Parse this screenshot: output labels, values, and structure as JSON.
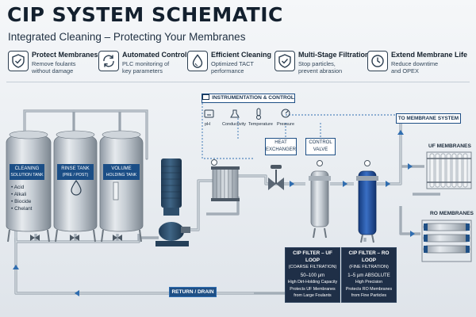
{
  "header": {
    "title": "CIP SYSTEM SCHEMATIC",
    "subtitle": "Integrated Cleaning – Protecting Your Membranes"
  },
  "features": [
    {
      "title": "Protect Membranes",
      "desc": "Remove foulants\nwithout damage",
      "icon": "shield-check-icon"
    },
    {
      "title": "Automated Control",
      "desc": "PLC monitoring of\nkey parameters",
      "icon": "refresh-cycle-icon"
    },
    {
      "title": "Efficient Cleaning",
      "desc": "Optimized TACT\nperformance",
      "icon": "droplet-icon"
    },
    {
      "title": "Multi-Stage Filtration",
      "desc": "Stop particles,\nprevent abrasion",
      "icon": "shield-check-icon"
    },
    {
      "title": "Extend Membrane Life",
      "desc": "Reduce downtime\nand OPEX",
      "icon": "clock-icon"
    }
  ],
  "instrumentation": {
    "title": "INSTRUMENTATION & CONTROL",
    "sensors": [
      {
        "label": "pH",
        "icon": "ph-sensor-icon"
      },
      {
        "label": "Conductivity",
        "icon": "conductivity-icon"
      },
      {
        "label": "Temperature",
        "icon": "thermometer-icon"
      },
      {
        "label": "Pressure",
        "icon": "pressure-gauge-icon"
      }
    ]
  },
  "tanks": [
    {
      "line1": "CLEANING",
      "line2": "SOLUTION TANK"
    },
    {
      "line1": "RINSE TANK",
      "line2": "(PRE / POST)"
    },
    {
      "line1": "VOLUME",
      "line2": "HOLDING TANK"
    }
  ],
  "chemicals": [
    "• Acid",
    "• Alkali",
    "• Biocide",
    "• Chelant"
  ],
  "heat_exchanger": {
    "line1": "HEAT",
    "line2": "EXCHANGER"
  },
  "control_valve": {
    "line1": "CONTROL",
    "line2": "VALVE"
  },
  "to_membrane": "TO MEMBRANE SYSTEM",
  "uf_membranes": "UF MEMBRANES",
  "ro_membranes": "RO MEMBRANES",
  "return_drain": "RETURN / DRAIN",
  "uf_filter": {
    "title": "CIP FILTER – UF LOOP",
    "sub": "(COARSE FILTRATION)",
    "rating": "50–100 µm",
    "desc1": "High Dirt-Holding Capacity",
    "desc2": "Protects UF Membranes",
    "desc3": "from Large Foulants"
  },
  "ro_filter": {
    "title": "CIP FILTER – RO LOOP",
    "sub": "(FINE FILTRATION)",
    "rating": "1–5 µm ABSOLUTE",
    "desc1": "High Precision",
    "desc2": "Protects RO Membranes",
    "desc3": "from Fine Particles"
  },
  "colors": {
    "accent": "#1e4f85",
    "pipe": "#a9b3bd",
    "pump": "#2b4a66",
    "ro_filter": "#1f4fa0"
  }
}
